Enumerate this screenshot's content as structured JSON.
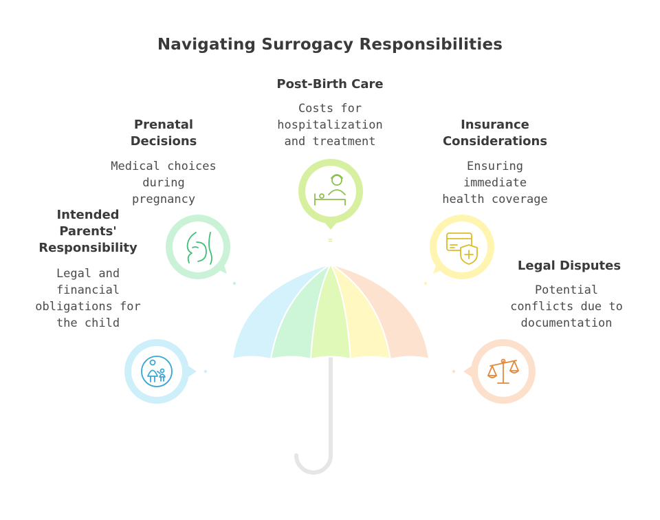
{
  "title": "Navigating Surrogacy Responsibilities",
  "items": [
    {
      "heading_lines": [
        "Post-Birth Care"
      ],
      "desc_lines": [
        "Costs for",
        "hospitalization",
        "and treatment"
      ],
      "icon": "nurse-bed-icon",
      "color": "#d7f0a0",
      "icon_color": "#8cc04a"
    },
    {
      "heading_lines": [
        "Prenatal",
        "Decisions"
      ],
      "desc_lines": [
        "Medical choices",
        "during",
        "pregnancy"
      ],
      "icon": "pregnancy-icon",
      "color": "#c9f2d6",
      "icon_color": "#3fbf74"
    },
    {
      "heading_lines": [
        "Insurance",
        "Considerations"
      ],
      "desc_lines": [
        "Ensuring",
        "immediate",
        "health coverage"
      ],
      "icon": "insurance-card-icon",
      "color": "#fff5b0",
      "icon_color": "#d9bd2a"
    },
    {
      "heading_lines": [
        "Intended",
        "Parents'",
        "Responsibility"
      ],
      "desc_lines": [
        "Legal and",
        "financial",
        "obligations for",
        "the child"
      ],
      "icon": "parent-child-icon",
      "color": "#cdeffa",
      "icon_color": "#3aa7d8"
    },
    {
      "heading_lines": [
        "Legal Disputes"
      ],
      "desc_lines": [
        "Potential",
        "conflicts due to",
        "documentation"
      ],
      "icon": "scales-icon",
      "color": "#fde0cc",
      "icon_color": "#e08a3c"
    }
  ],
  "umbrella": {
    "panel_colors": [
      "#d3f2fb",
      "#cdf5d8",
      "#e0f8b8",
      "#fff8c0",
      "#fde2cf"
    ],
    "handle_color": "#e6e6e6"
  }
}
